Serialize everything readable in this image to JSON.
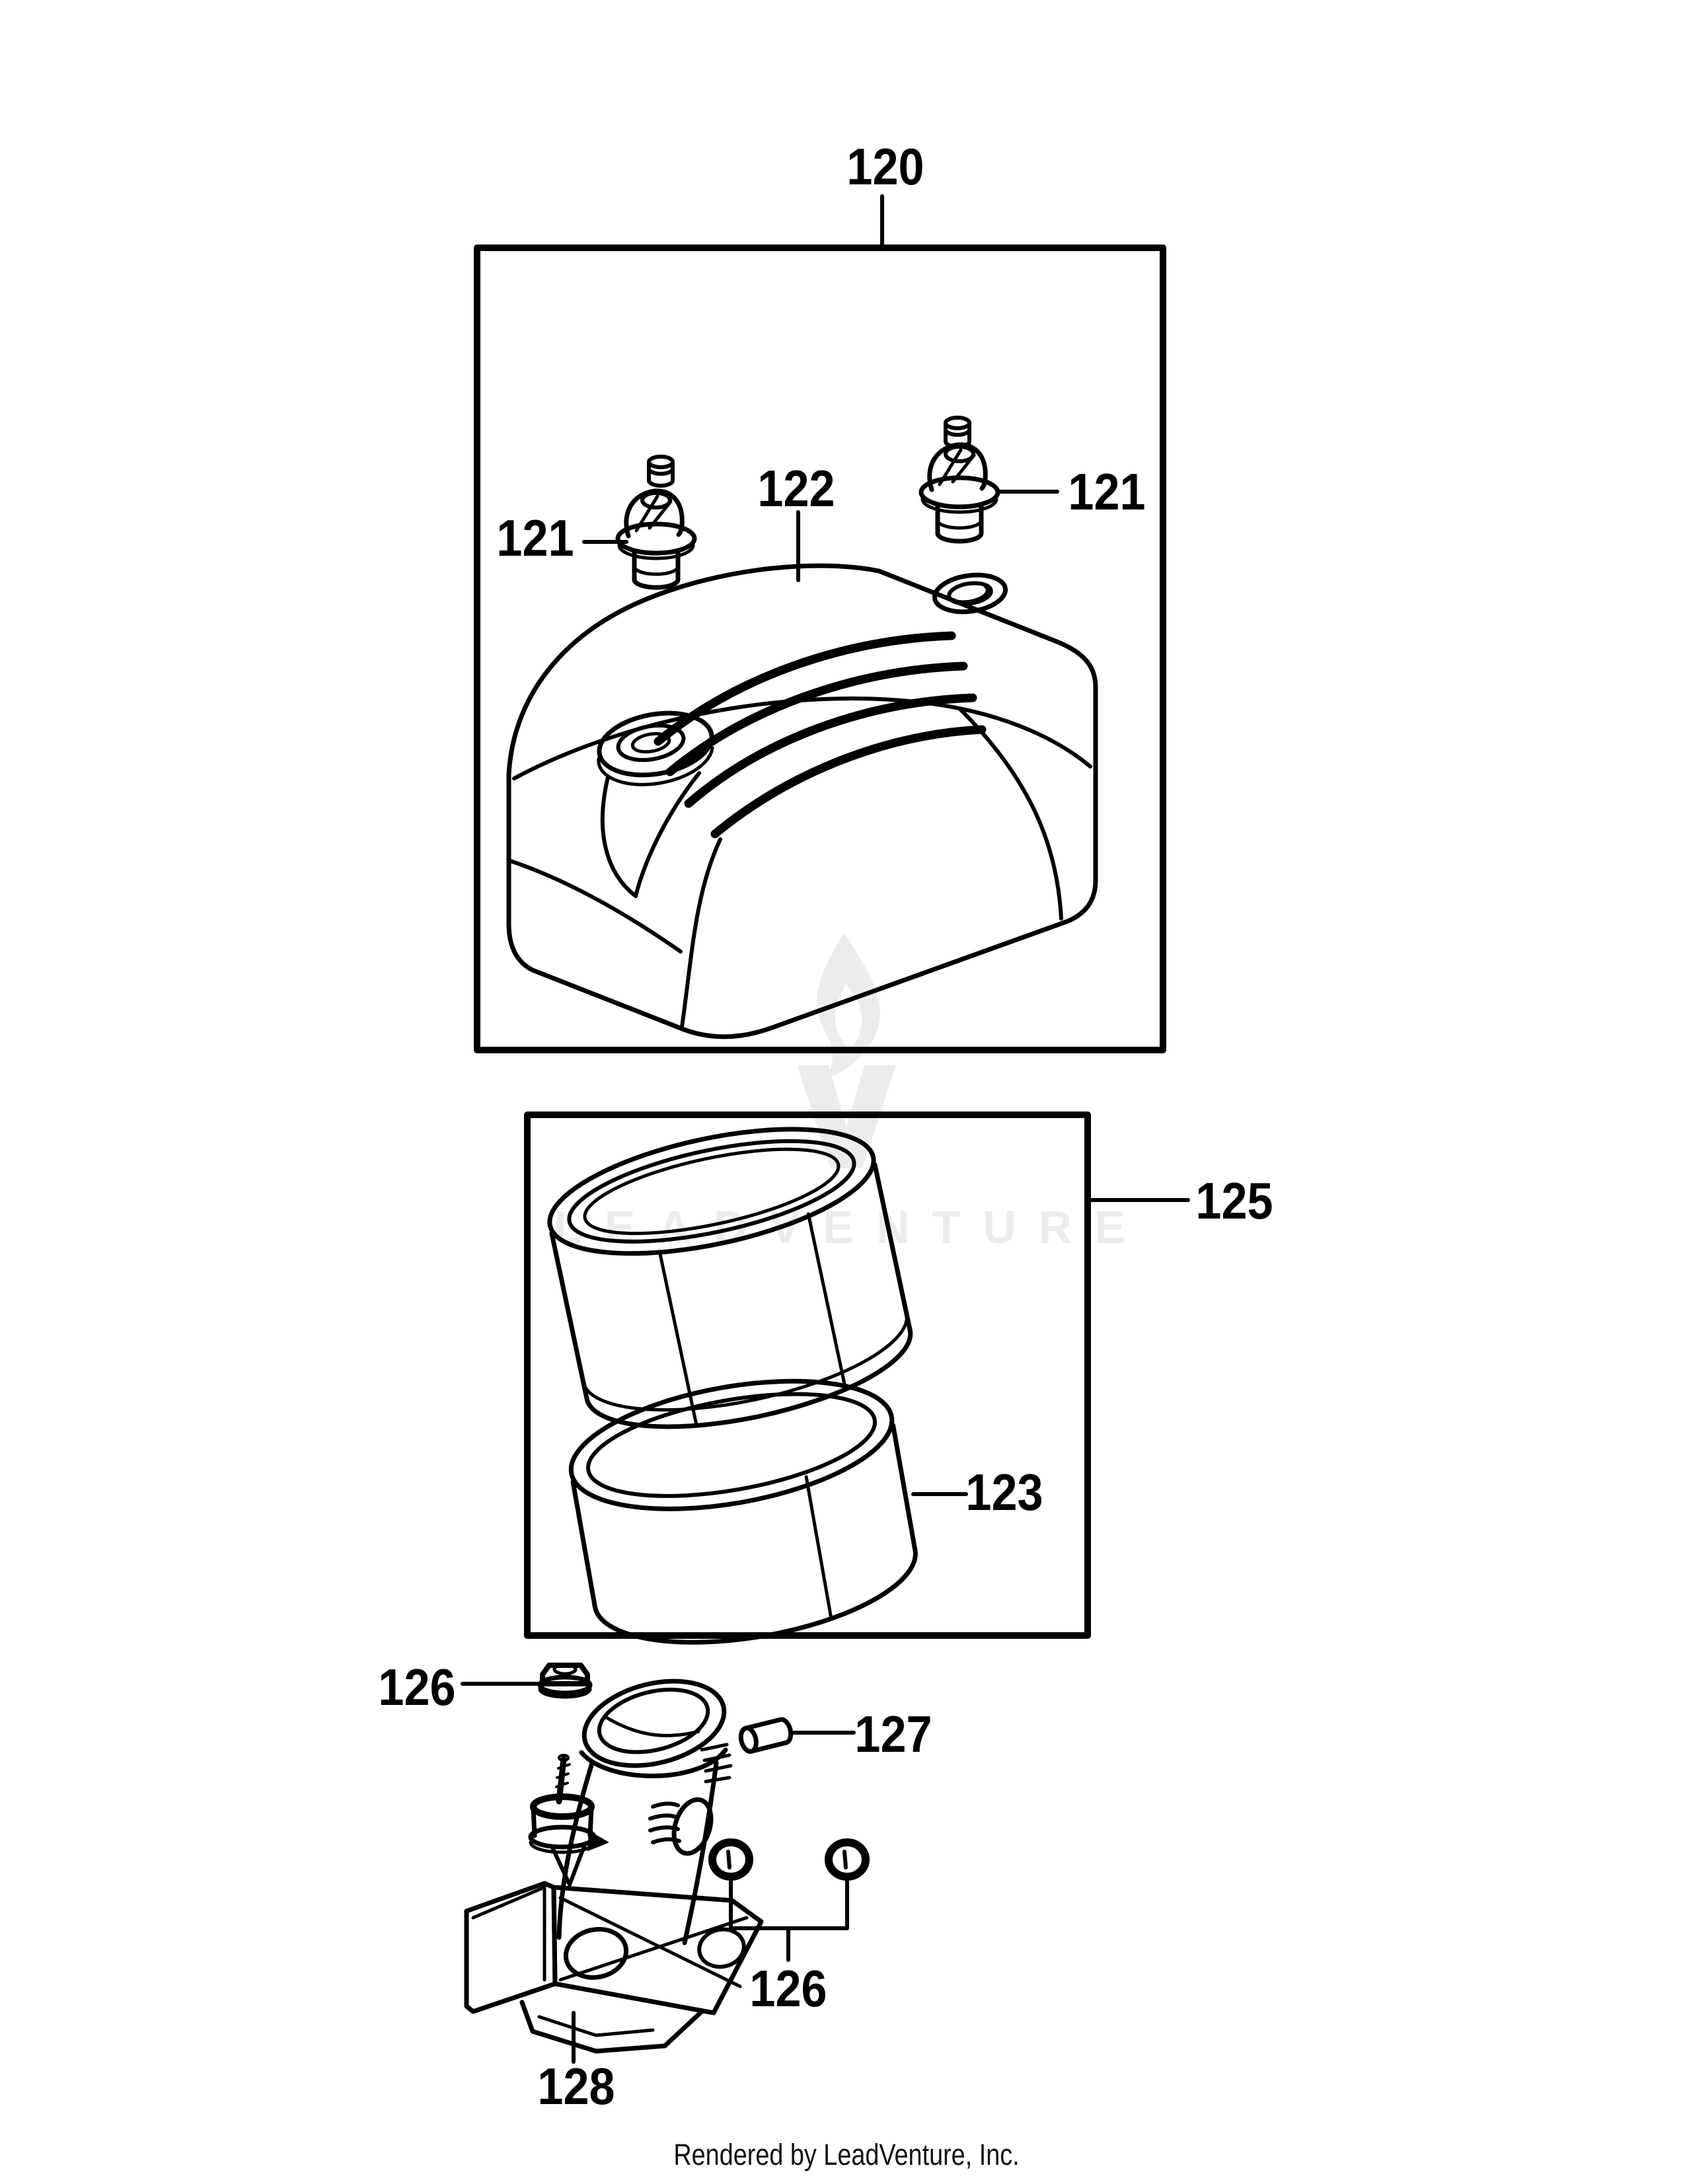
{
  "diagram": {
    "footer": "Rendered by LeadVenture, Inc.",
    "watermark": {
      "text": "LEADVENTURE"
    },
    "colors": {
      "line": "#000000",
      "watermark": "#ececec",
      "background": "#ffffff"
    },
    "callouts": {
      "c120": "120",
      "c121_left": "121",
      "c122": "122",
      "c121_right": "121",
      "c125": "125",
      "c123": "123",
      "c126_top": "126",
      "c127": "127",
      "c126_bottom": "126",
      "c128": "128"
    }
  }
}
